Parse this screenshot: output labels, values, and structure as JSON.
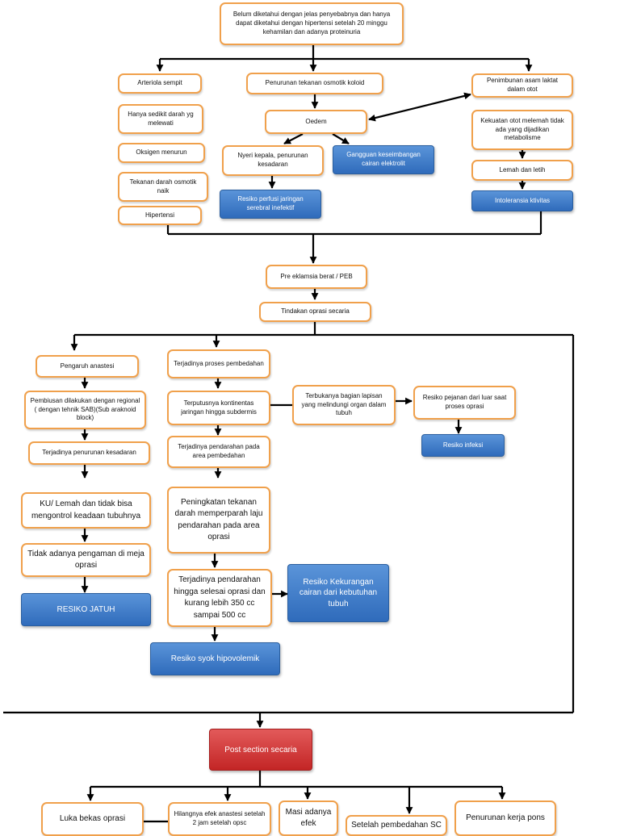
{
  "nodes": {
    "n_top": "Belum diketahui dengan jelas penyebabnya dan hanya dapat diketahui dengan hipertensi setelah 20 minggu kehamilan dan adanya proteinuria",
    "n_arteriola": "Arteriola sempit",
    "n_sedikit": "Hanya sedikit darah yg melewati",
    "n_oksigen": "Oksigen menurun",
    "n_tekanan_osmotik": "Tekanan darah osmotik naik",
    "n_hipertensi": "Hipertensi",
    "n_penurunan_osmotik": "Penurunan tekanan osmotik koloid",
    "n_oedem": "Oedem",
    "n_nyeri": "Nyeri kepala, penurunan kesadaran",
    "n_gangguan": "Gangguan keseimbangan cairan elektrolit",
    "n_perfusi": "Resiko perfusi jaringan serebral inefektif",
    "n_penimbunan": "Penimbunan asam laktat dalam otot",
    "n_kekuatan": "Kekuatan otot melemah tidak ada yang dijadikan metabolisme",
    "n_lemah": "Lemah dan letih",
    "n_intoleransi": "Intoleransia ktivitas",
    "n_peb": "Pre eklamsia berat / PEB",
    "n_tindakan": "Tindakan oprasi secaria",
    "n_pengaruh": "Pengaruh anastesi",
    "n_pembiusan": "Pembiusan dilakukan dengan regional ( dengan tehnik SAB)(Sub araknoid block)",
    "n_terjadinya_penurunan": "Terjadinya penurunan kesadaran",
    "n_ku_lemah": "KU/ Lemah dan tidak bisa mengontrol keadaan tubuhnya",
    "n_tidak_pengaman": "Tidak adanya pengaman di meja oprasi",
    "n_resiko_jatuh": "RESIKO JATUH",
    "n_proses": "Terjadinya proses pembedahan",
    "n_terputusnya": "Terputusnya kontinentas jaringan hingga subdermis",
    "n_terbukanya": "Terbukanya bagian lapisan yang melindungi organ dalam tubuh",
    "n_pejanan": "Resiko pejanan dari luar saat proses oprasi",
    "n_infeksi": "Resiko infeksi",
    "n_pendarahan_area": "Terjadinya pendarahan pada area pembedahan",
    "n_peningkatan": "Peningkatan tekanan darah memperparah laju pendarahan pada area oprasi",
    "n_pendarahan_selesai": "Terjadinya pendarahan hingga selesai oprasi dan kurang lebih 350 cc sampai 500 cc",
    "n_kekurangan": "Resiko Kekurangan cairan dari kebutuhan tubuh",
    "n_syok": "Resiko syok hipovolemik",
    "n_post": "Post section secaria",
    "n_luka": "Luka bekas oprasi",
    "n_hilangnya": "Hilangnya efek anastesi setelah 2 jam setelah opsc",
    "n_masi": "Masi adanya efek",
    "n_setelah": "Setelah pembedahan SC",
    "n_penurunan_pons": "Penurunan kerja pons"
  }
}
